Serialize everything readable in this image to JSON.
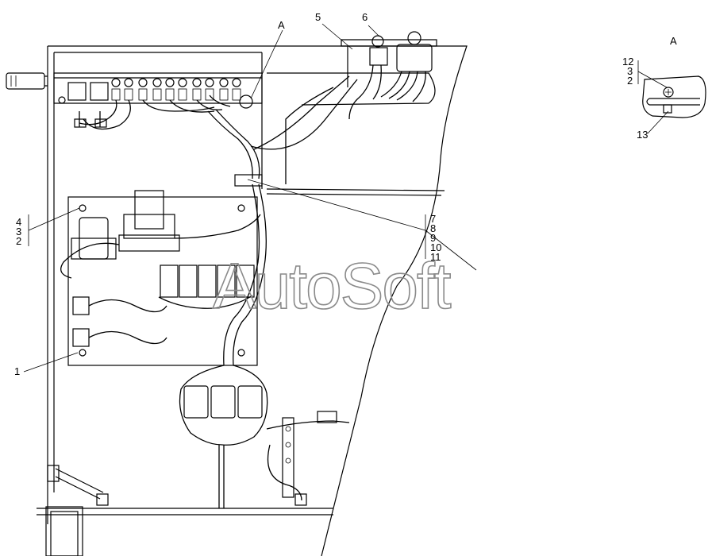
{
  "callouts": {
    "view_a": "A",
    "view_a_title": "A",
    "c1": "1",
    "c5": "5",
    "c6": "6",
    "c13": "13",
    "group_left": [
      "4",
      "3",
      "2"
    ],
    "group_right": [
      "7",
      "8",
      "9",
      "10",
      "11"
    ],
    "group_detail": [
      "12",
      "3",
      "2"
    ]
  },
  "watermark": "AutoSoft"
}
